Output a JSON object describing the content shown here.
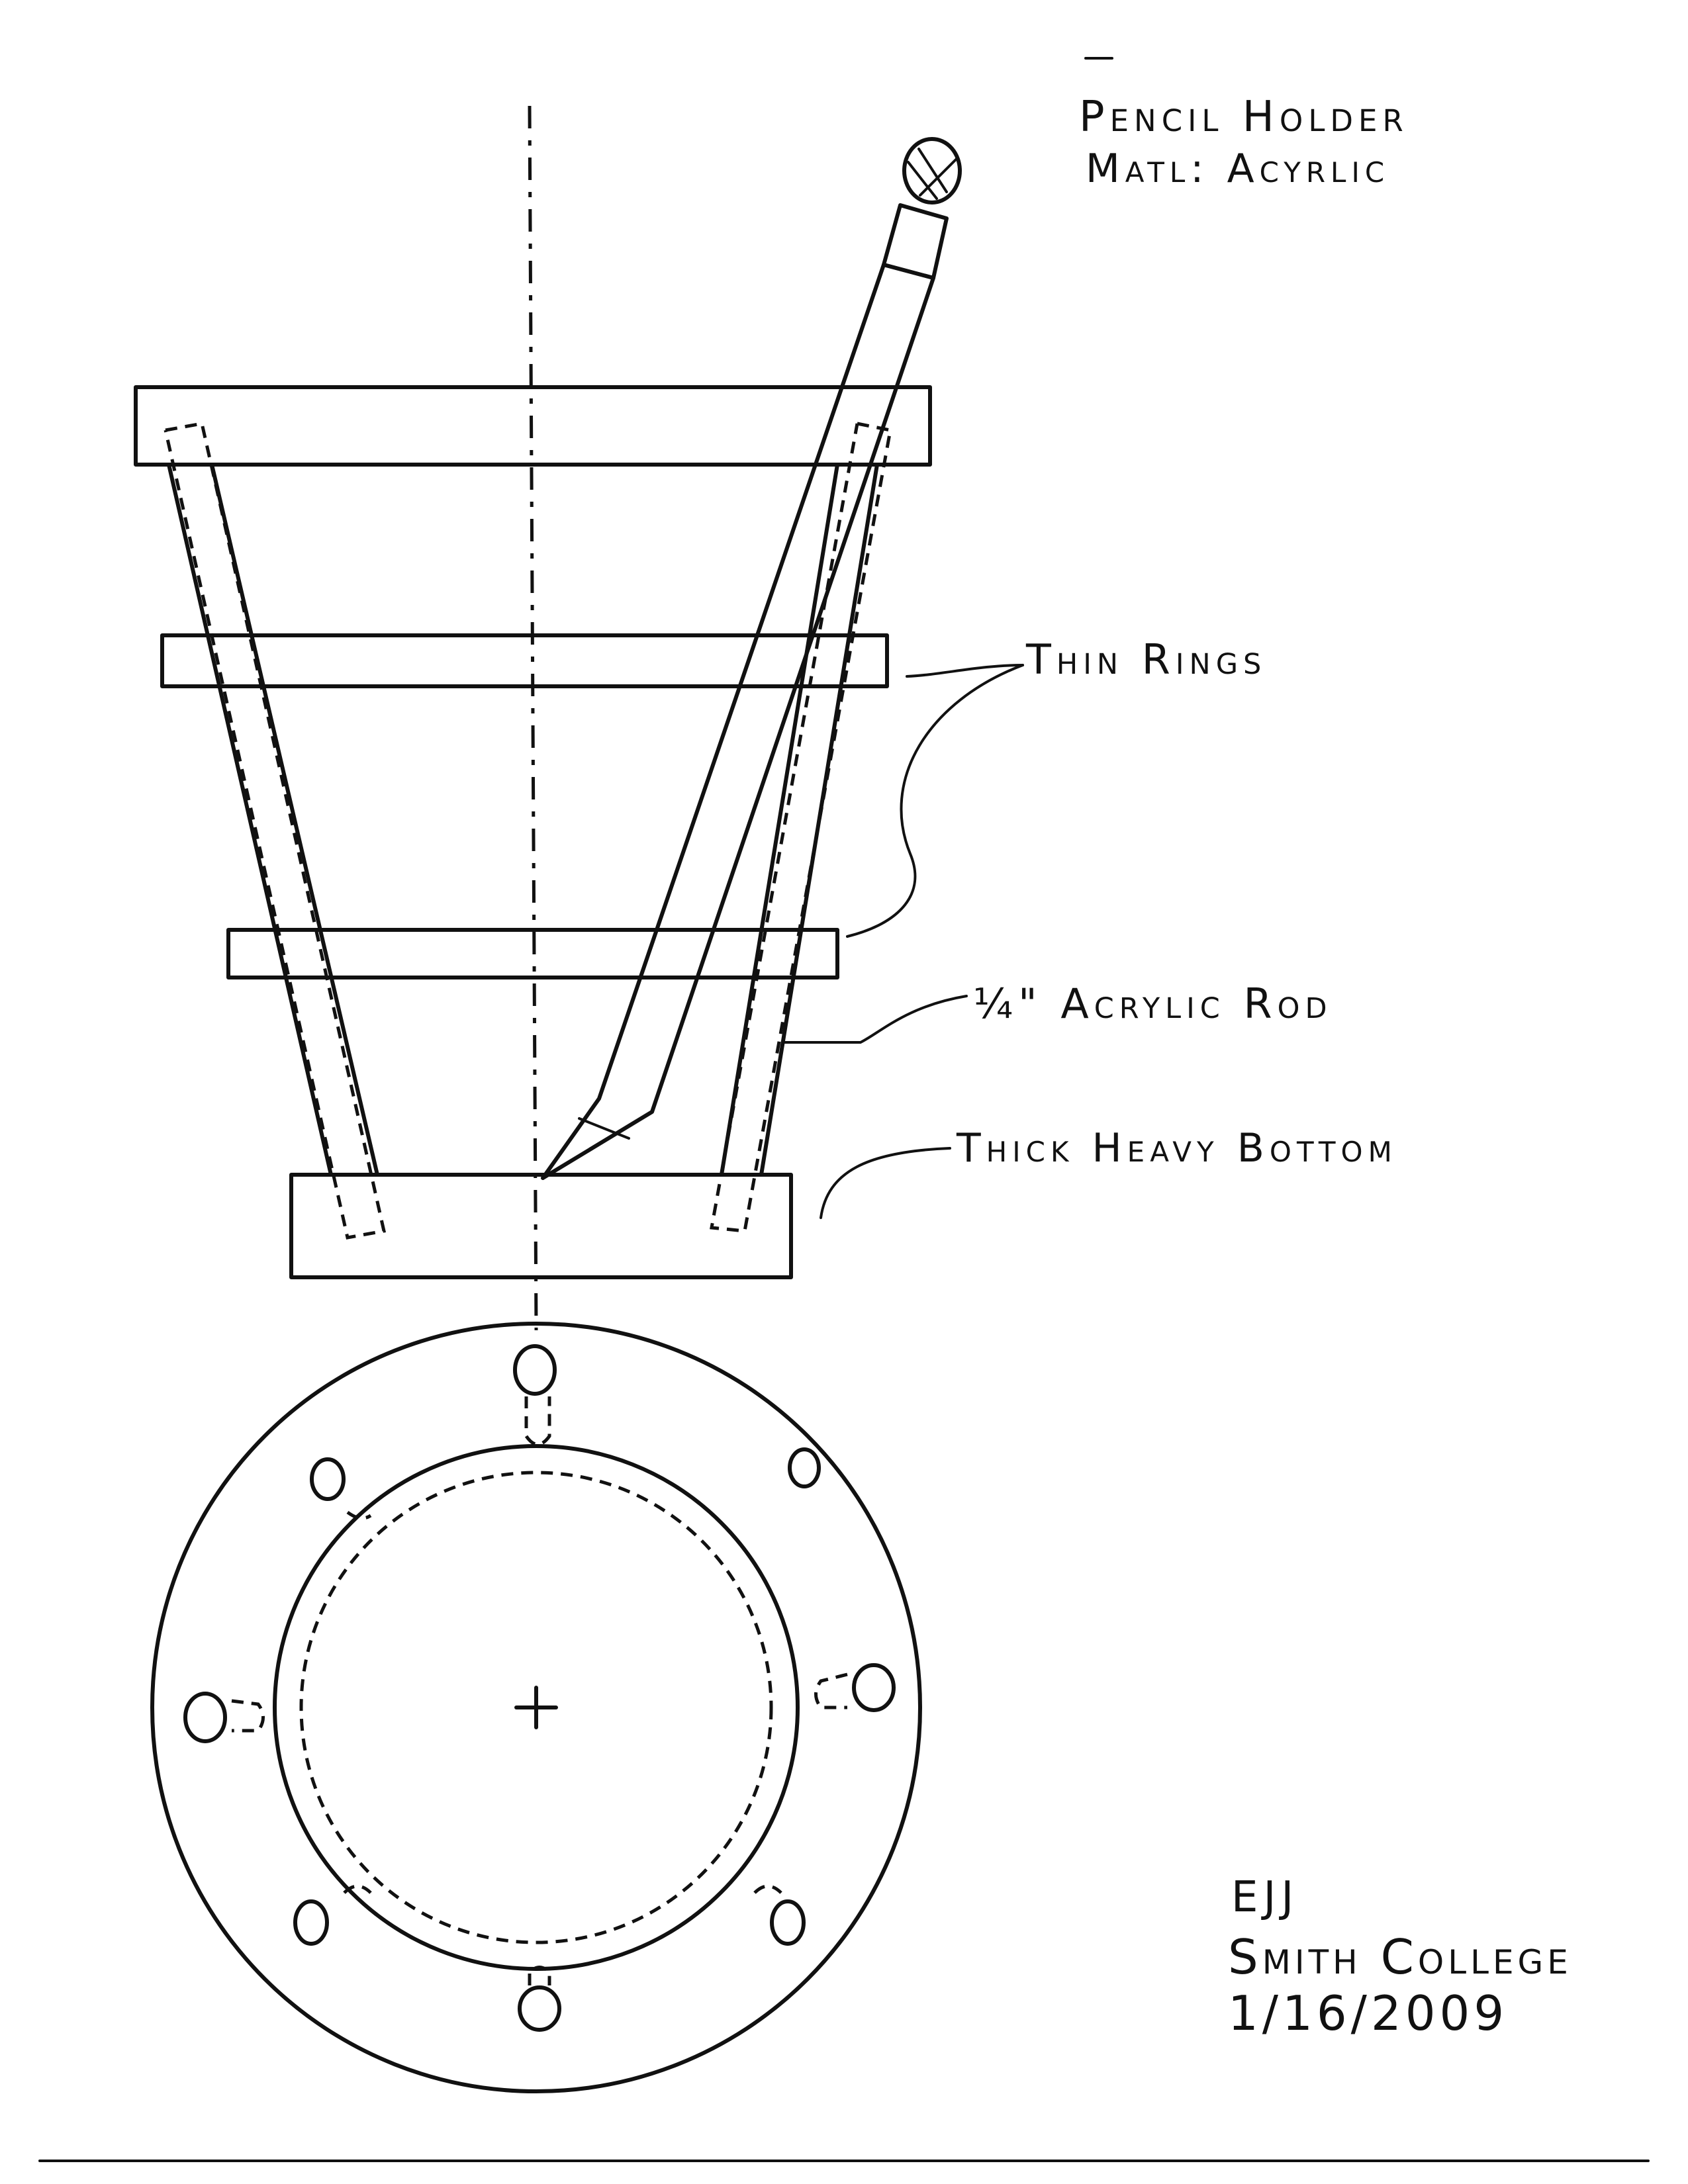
{
  "title": {
    "line1": "Pencil Holder",
    "line2": "Matl: Acyrlic"
  },
  "callouts": {
    "thin_rings": "Thin Rings",
    "acrylic_rod": "¼\" Acrylic Rod",
    "thick_bottom": "Thick Heavy Bottom"
  },
  "signature": {
    "initials": "EJJ",
    "school": "Smith College",
    "date": "1/16/2009"
  },
  "colors": {
    "ink": "#111111",
    "paper": "#ffffff"
  }
}
